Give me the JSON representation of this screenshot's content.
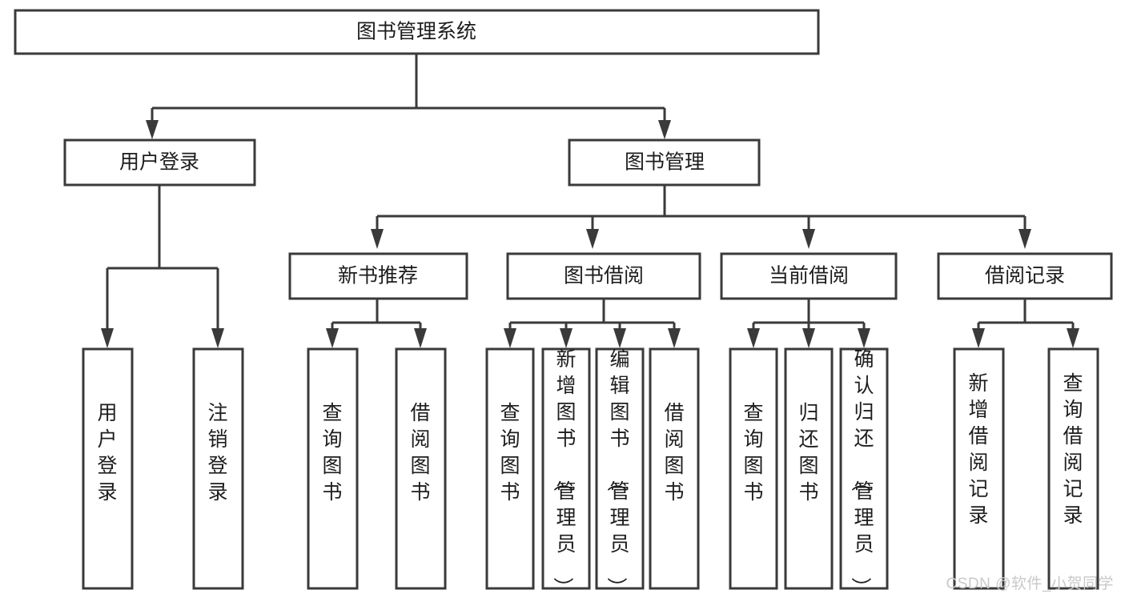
{
  "diagram": {
    "title": "图书管理系统",
    "watermark": "CSDN @软件_小贺同学",
    "colors": {
      "stroke": "#3a3a3a",
      "fill": "#ffffff",
      "text": "#1d1d1d",
      "watermark": "#c9c9c9"
    },
    "root": {
      "label": "图书管理系统"
    },
    "level2": [
      {
        "label": "用户登录"
      },
      {
        "label": "图书管理"
      }
    ],
    "level3": [
      {
        "label": "新书推荐"
      },
      {
        "label": "图书借阅"
      },
      {
        "label": "当前借阅"
      },
      {
        "label": "借阅记录"
      }
    ],
    "leaves": {
      "user_login": [
        {
          "label": "用户登录"
        },
        {
          "label": "注销登录"
        }
      ],
      "new_book": [
        {
          "label": "查询图书"
        },
        {
          "label": "借阅图书"
        }
      ],
      "book_borrow": [
        {
          "label": "查询图书"
        },
        {
          "label": "新增图书（管理员）"
        },
        {
          "label": "编辑图书（管理员）"
        },
        {
          "label": "借阅图书"
        }
      ],
      "current_borrow": [
        {
          "label": "查询图书"
        },
        {
          "label": "归还图书"
        },
        {
          "label": "确认归还（管理员）"
        }
      ],
      "borrow_record": [
        {
          "label": "新增借阅记录"
        },
        {
          "label": "查询借阅记录"
        }
      ]
    }
  },
  "chart_data": {
    "type": "diagram",
    "title": "图书管理系统",
    "structure": "tree",
    "nodes": [
      {
        "id": "root",
        "label": "图书管理系统",
        "level": 1,
        "parent": null
      },
      {
        "id": "n-user-login",
        "label": "用户登录",
        "level": 2,
        "parent": "root"
      },
      {
        "id": "n-book-mgmt",
        "label": "图书管理",
        "level": 2,
        "parent": "root"
      },
      {
        "id": "n-new-book",
        "label": "新书推荐",
        "level": 3,
        "parent": "n-book-mgmt"
      },
      {
        "id": "n-book-borrow",
        "label": "图书借阅",
        "level": 3,
        "parent": "n-book-mgmt"
      },
      {
        "id": "n-current-borrow",
        "label": "当前借阅",
        "level": 3,
        "parent": "n-book-mgmt"
      },
      {
        "id": "n-borrow-record",
        "label": "借阅记录",
        "level": 3,
        "parent": "n-book-mgmt"
      },
      {
        "id": "l-user-login",
        "label": "用户登录",
        "level": 4,
        "parent": "n-user-login"
      },
      {
        "id": "l-logout",
        "label": "注销登录",
        "level": 4,
        "parent": "n-user-login"
      },
      {
        "id": "l-nb-query",
        "label": "查询图书",
        "level": 4,
        "parent": "n-new-book"
      },
      {
        "id": "l-nb-borrow",
        "label": "借阅图书",
        "level": 4,
        "parent": "n-new-book"
      },
      {
        "id": "l-bb-query",
        "label": "查询图书",
        "level": 4,
        "parent": "n-book-borrow"
      },
      {
        "id": "l-bb-add",
        "label": "新增图书（管理员）",
        "level": 4,
        "parent": "n-book-borrow"
      },
      {
        "id": "l-bb-edit",
        "label": "编辑图书（管理员）",
        "level": 4,
        "parent": "n-book-borrow"
      },
      {
        "id": "l-bb-borrow",
        "label": "借阅图书",
        "level": 4,
        "parent": "n-book-borrow"
      },
      {
        "id": "l-cb-query",
        "label": "查询图书",
        "level": 4,
        "parent": "n-current-borrow"
      },
      {
        "id": "l-cb-return",
        "label": "归还图书",
        "level": 4,
        "parent": "n-current-borrow"
      },
      {
        "id": "l-cb-confirm",
        "label": "确认归还（管理员）",
        "level": 4,
        "parent": "n-current-borrow"
      },
      {
        "id": "l-br-add",
        "label": "新增借阅记录",
        "level": 4,
        "parent": "n-borrow-record"
      },
      {
        "id": "l-br-query",
        "label": "查询借阅记录",
        "level": 4,
        "parent": "n-borrow-record"
      }
    ]
  }
}
